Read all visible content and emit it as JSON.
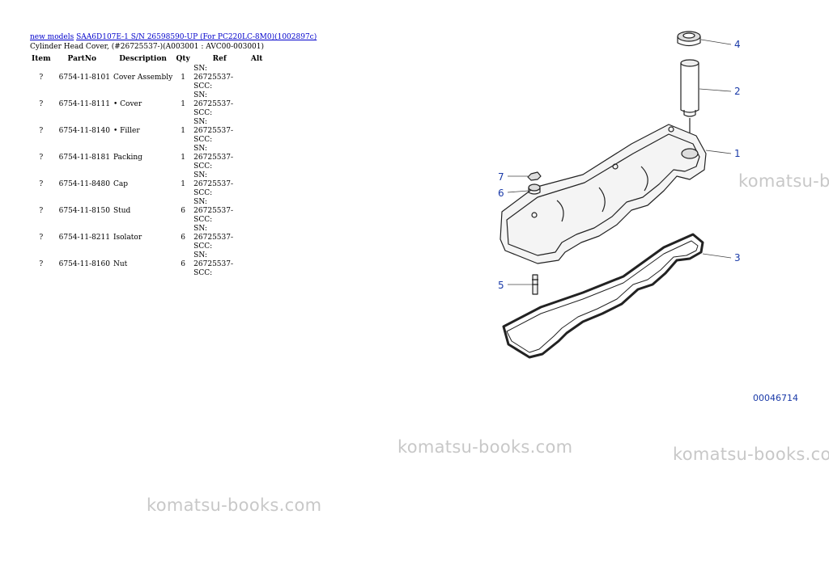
{
  "header": {
    "link_new_models": "new models",
    "link_model": "SAA6D107E-1 S/N 26598590-UP (For PC220LC-8M0)(1002897c)",
    "subtitle": "Cylinder Head Cover, (#26725537-)(A003001 : AVC00-003001)"
  },
  "table": {
    "columns": [
      "Item",
      "PartNo",
      "Description",
      "Qty",
      "Ref",
      "Alt"
    ],
    "rows": [
      {
        "item": "?",
        "part": "6754-11-8101",
        "desc": "Cover Assembly",
        "qty": "1",
        "ref_a": "SN: 26725537-",
        "ref_b": "SCC:"
      },
      {
        "item": "?",
        "part": "6754-11-8111",
        "desc": "• Cover",
        "qty": "1",
        "ref_a": "SN: 26725537-",
        "ref_b": "SCC:"
      },
      {
        "item": "?",
        "part": "6754-11-8140",
        "desc": "• Filler",
        "qty": "1",
        "ref_a": "SN: 26725537-",
        "ref_b": "SCC:"
      },
      {
        "item": "?",
        "part": "6754-11-8181",
        "desc": "Packing",
        "qty": "1",
        "ref_a": "SN: 26725537-",
        "ref_b": "SCC:"
      },
      {
        "item": "?",
        "part": "6754-11-8480",
        "desc": "Cap",
        "qty": "1",
        "ref_a": "SN: 26725537-",
        "ref_b": "SCC:"
      },
      {
        "item": "?",
        "part": "6754-11-8150",
        "desc": "Stud",
        "qty": "6",
        "ref_a": "SN: 26725537-",
        "ref_b": "SCC:"
      },
      {
        "item": "?",
        "part": "6754-11-8211",
        "desc": "Isolator",
        "qty": "6",
        "ref_a": "SN: 26725537-",
        "ref_b": "SCC:"
      },
      {
        "item": "?",
        "part": "6754-11-8160",
        "desc": "Nut",
        "qty": "6",
        "ref_a": "SN: 26725537-",
        "ref_b": "SCC:"
      }
    ]
  },
  "diagram": {
    "callouts": [
      "4",
      "2",
      "1",
      "7",
      "6",
      "3",
      "5"
    ],
    "drawing_number": "00046714",
    "callout_color": "#1a3aa8"
  },
  "watermarks": [
    "komatsu-books.com",
    "komatsu-books.com",
    "komatsu-books.com",
    "komatsu-b"
  ]
}
